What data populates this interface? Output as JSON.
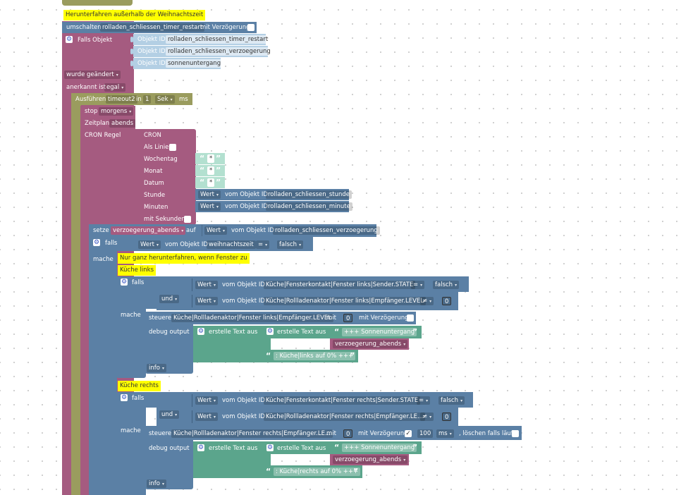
{
  "colors": {
    "olive": "#9a9c5e",
    "magenta": "#a55b80",
    "blue": "#5b80a5",
    "teal": "#5ba58c",
    "lightblue": "#b3cfe4",
    "comment": "#ffff00"
  },
  "top": {
    "comment": "Herunterfahren außerhalb der Weihnachtszeit",
    "toggle_label": "umschalten",
    "toggle_var": "rolladen_schliessen_timer_restart",
    "toggle_suffix": "mit Verzögerung",
    "if_object": "Falls Objekt",
    "object_id_label": "Objekt ID",
    "object_ids": [
      "rolladen_schliessen_timer_restart",
      "rolladen_schliessen_verzoegerung",
      "sonnenuntergang"
    ],
    "changed": "wurde geändert",
    "ack_label": "anerkannt ist",
    "ack_value": "egal"
  },
  "timeout": {
    "run": "Ausführen",
    "name": "timeout2",
    "in": "in",
    "value": "1",
    "unit": "Sek",
    "ms": "ms"
  },
  "schedule": {
    "stop": "stop",
    "stop_value": "morgens",
    "plan": "Zeitplan",
    "plan_value": "abends",
    "cron_rule": "CRON Regel",
    "cron": "CRON",
    "as_line": "Als Linie",
    "weekday": "Wochentag",
    "month": "Monat",
    "date": "Datum",
    "hour": "Stunde",
    "minute": "Minuten",
    "with_seconds": "mit Sekunden",
    "star": "*",
    "value_label": "Wert",
    "from_object": "vom Objekt ID",
    "hour_obj": "rolladen_schliessen_stunde",
    "minute_obj": "rolladen_schliessen_minute"
  },
  "setvar": {
    "set": "setze",
    "var": "verzoegerung_abends",
    "to": "auf",
    "value_label": "Wert",
    "from_object": "vom Objekt ID",
    "obj": "rolladen_schliessen_verzoegerung"
  },
  "outer_if": {
    "falls": "falls",
    "value_label": "Wert",
    "from_object": "vom Objekt ID",
    "obj": "weihnachtszeit",
    "op": "=",
    "compare": "falsch",
    "do": "mache",
    "comment_line1": "Nur ganz herunterfahren, wenn Fenster zu",
    "comment_line2": ""
  },
  "links": {
    "comment": "Küche links",
    "falls": "falls",
    "and": "und",
    "do": "mache",
    "value_label": "Wert",
    "from_object": "vom Objekt ID",
    "cond1_obj": "Küche|Fensterkontakt|Fenster links|Sender.STATE",
    "cond1_op": "=",
    "cond1_val": "falsch",
    "cond2_obj": "Küche|Rollladenaktor|Fenster links|Empfänger.LEVEL",
    "cond2_op": "≠",
    "cond2_val": "0",
    "control": "steuere",
    "control_obj": "Küche|Rollladenaktor|Fenster links|Empfänger.LEVEL",
    "with": "mit",
    "control_val": "0",
    "delay": "mit Verzögerung",
    "debug": "debug output",
    "create_text": "erstelle Text aus",
    "text1": "+++ Sonnenuntergang",
    "text_var": "verzoegerung_abends",
    "text2": ": Küche|links auf 0% +++",
    "info": "info"
  },
  "rechts": {
    "comment": "Küche rechts",
    "falls": "falls",
    "and": "und",
    "do": "mache",
    "value_label": "Wert",
    "from_object": "vom Objekt ID",
    "cond1_obj": "Küche|Fensterkontakt|Fenster rechts|Sender.STATE",
    "cond1_op": "=",
    "cond1_val": "falsch",
    "cond2_obj": "Küche|Rollladenaktor|Fenster rechts|Empfänger.LE...",
    "cond2_op": "≠",
    "cond2_val": "0",
    "control": "steuere",
    "control_obj": "Küche|Rollladenaktor|Fenster rechts|Empfänger.LE...",
    "with": "mit",
    "control_val": "0",
    "delay": "mit Verzögerung",
    "delay_val": "100",
    "delay_unit": "ms",
    "clear": ", löschen falls läuft",
    "debug": "debug output",
    "create_text": "erstelle Text aus",
    "text1": "+++ Sonnenuntergang",
    "text_var": "verzoegerung_abends",
    "text2": ": Küche|rechts auf 0% +++",
    "info": "info"
  }
}
